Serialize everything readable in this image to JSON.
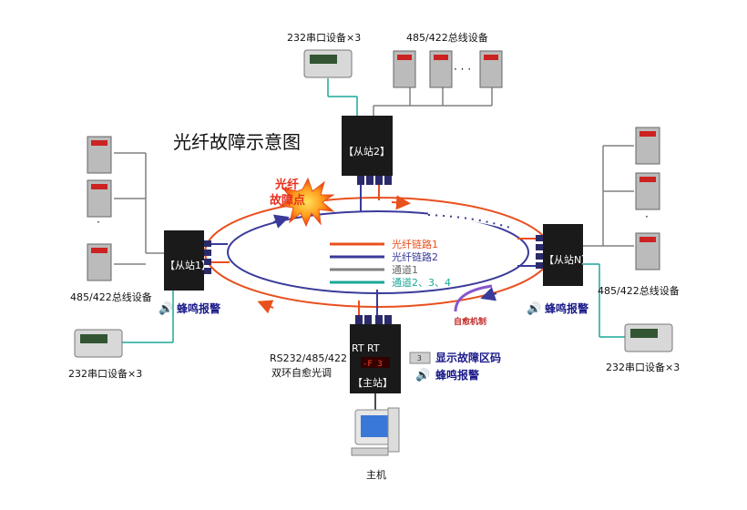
{
  "title": "光纤故障示意图",
  "fault_label_line1": "光纤",
  "fault_label_line2": "故障点",
  "stations": {
    "slave2": "【从站2】",
    "slave1": "【从站1】",
    "slaveN": "【从站N】",
    "master": "【主站】"
  },
  "devices": {
    "top_232": "232串口设备×3",
    "top_485": "485/422总线设备",
    "left_485": "485/422总线设备",
    "left_232": "232串口设备×3",
    "right_485": "485/422总线设备",
    "right_232": "232串口设备×3",
    "host": "主机",
    "ellipsis": "· · ·",
    "vertical_dots": "·"
  },
  "legend": [
    {
      "label": "光纤链路1",
      "color": "#e8501e"
    },
    {
      "label": "光纤链路2",
      "color": "#3a3a9a"
    },
    {
      "label": "通道1",
      "color": "#808080"
    },
    {
      "label": "通道2、3、4",
      "color": "#1aa898"
    }
  ],
  "alarms": {
    "left": "蜂鸣报警",
    "right": "蜂鸣报警",
    "master": "蜂鸣报警",
    "fault_display": "显示故障区码"
  },
  "master_info_line1": "RS232/485/422",
  "master_info_line2": "双环自愈光调",
  "master_port_labels": "RT RT",
  "self_heal": "自愈机制",
  "master_display": "-F 3 ",
  "fault_code_small": "3",
  "colors": {
    "link1": "#e8501e",
    "link2": "#3a3a9a",
    "channel1": "#808080",
    "channel234": "#1aa898",
    "box": "#1a1a1a"
  }
}
